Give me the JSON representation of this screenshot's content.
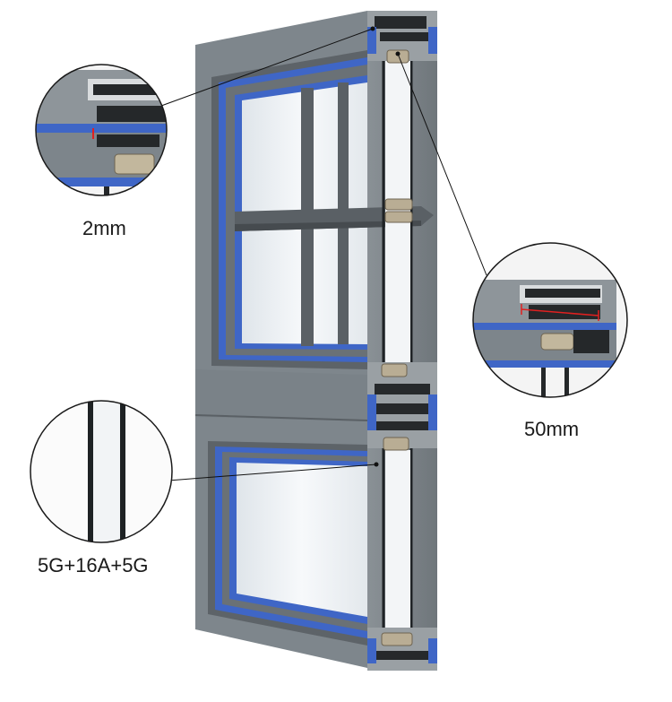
{
  "callouts": {
    "wall_thickness": {
      "label": "2mm"
    },
    "profile_depth": {
      "label": "50mm"
    },
    "glass_spec": {
      "label": "5G+16A+5G"
    }
  },
  "colors": {
    "frame_gray": "#7d858b",
    "frame_dark": "#5f666b",
    "gasket_blue": "#3f66c6",
    "glass": "#eef2f5",
    "measure_red": "#e02020"
  }
}
